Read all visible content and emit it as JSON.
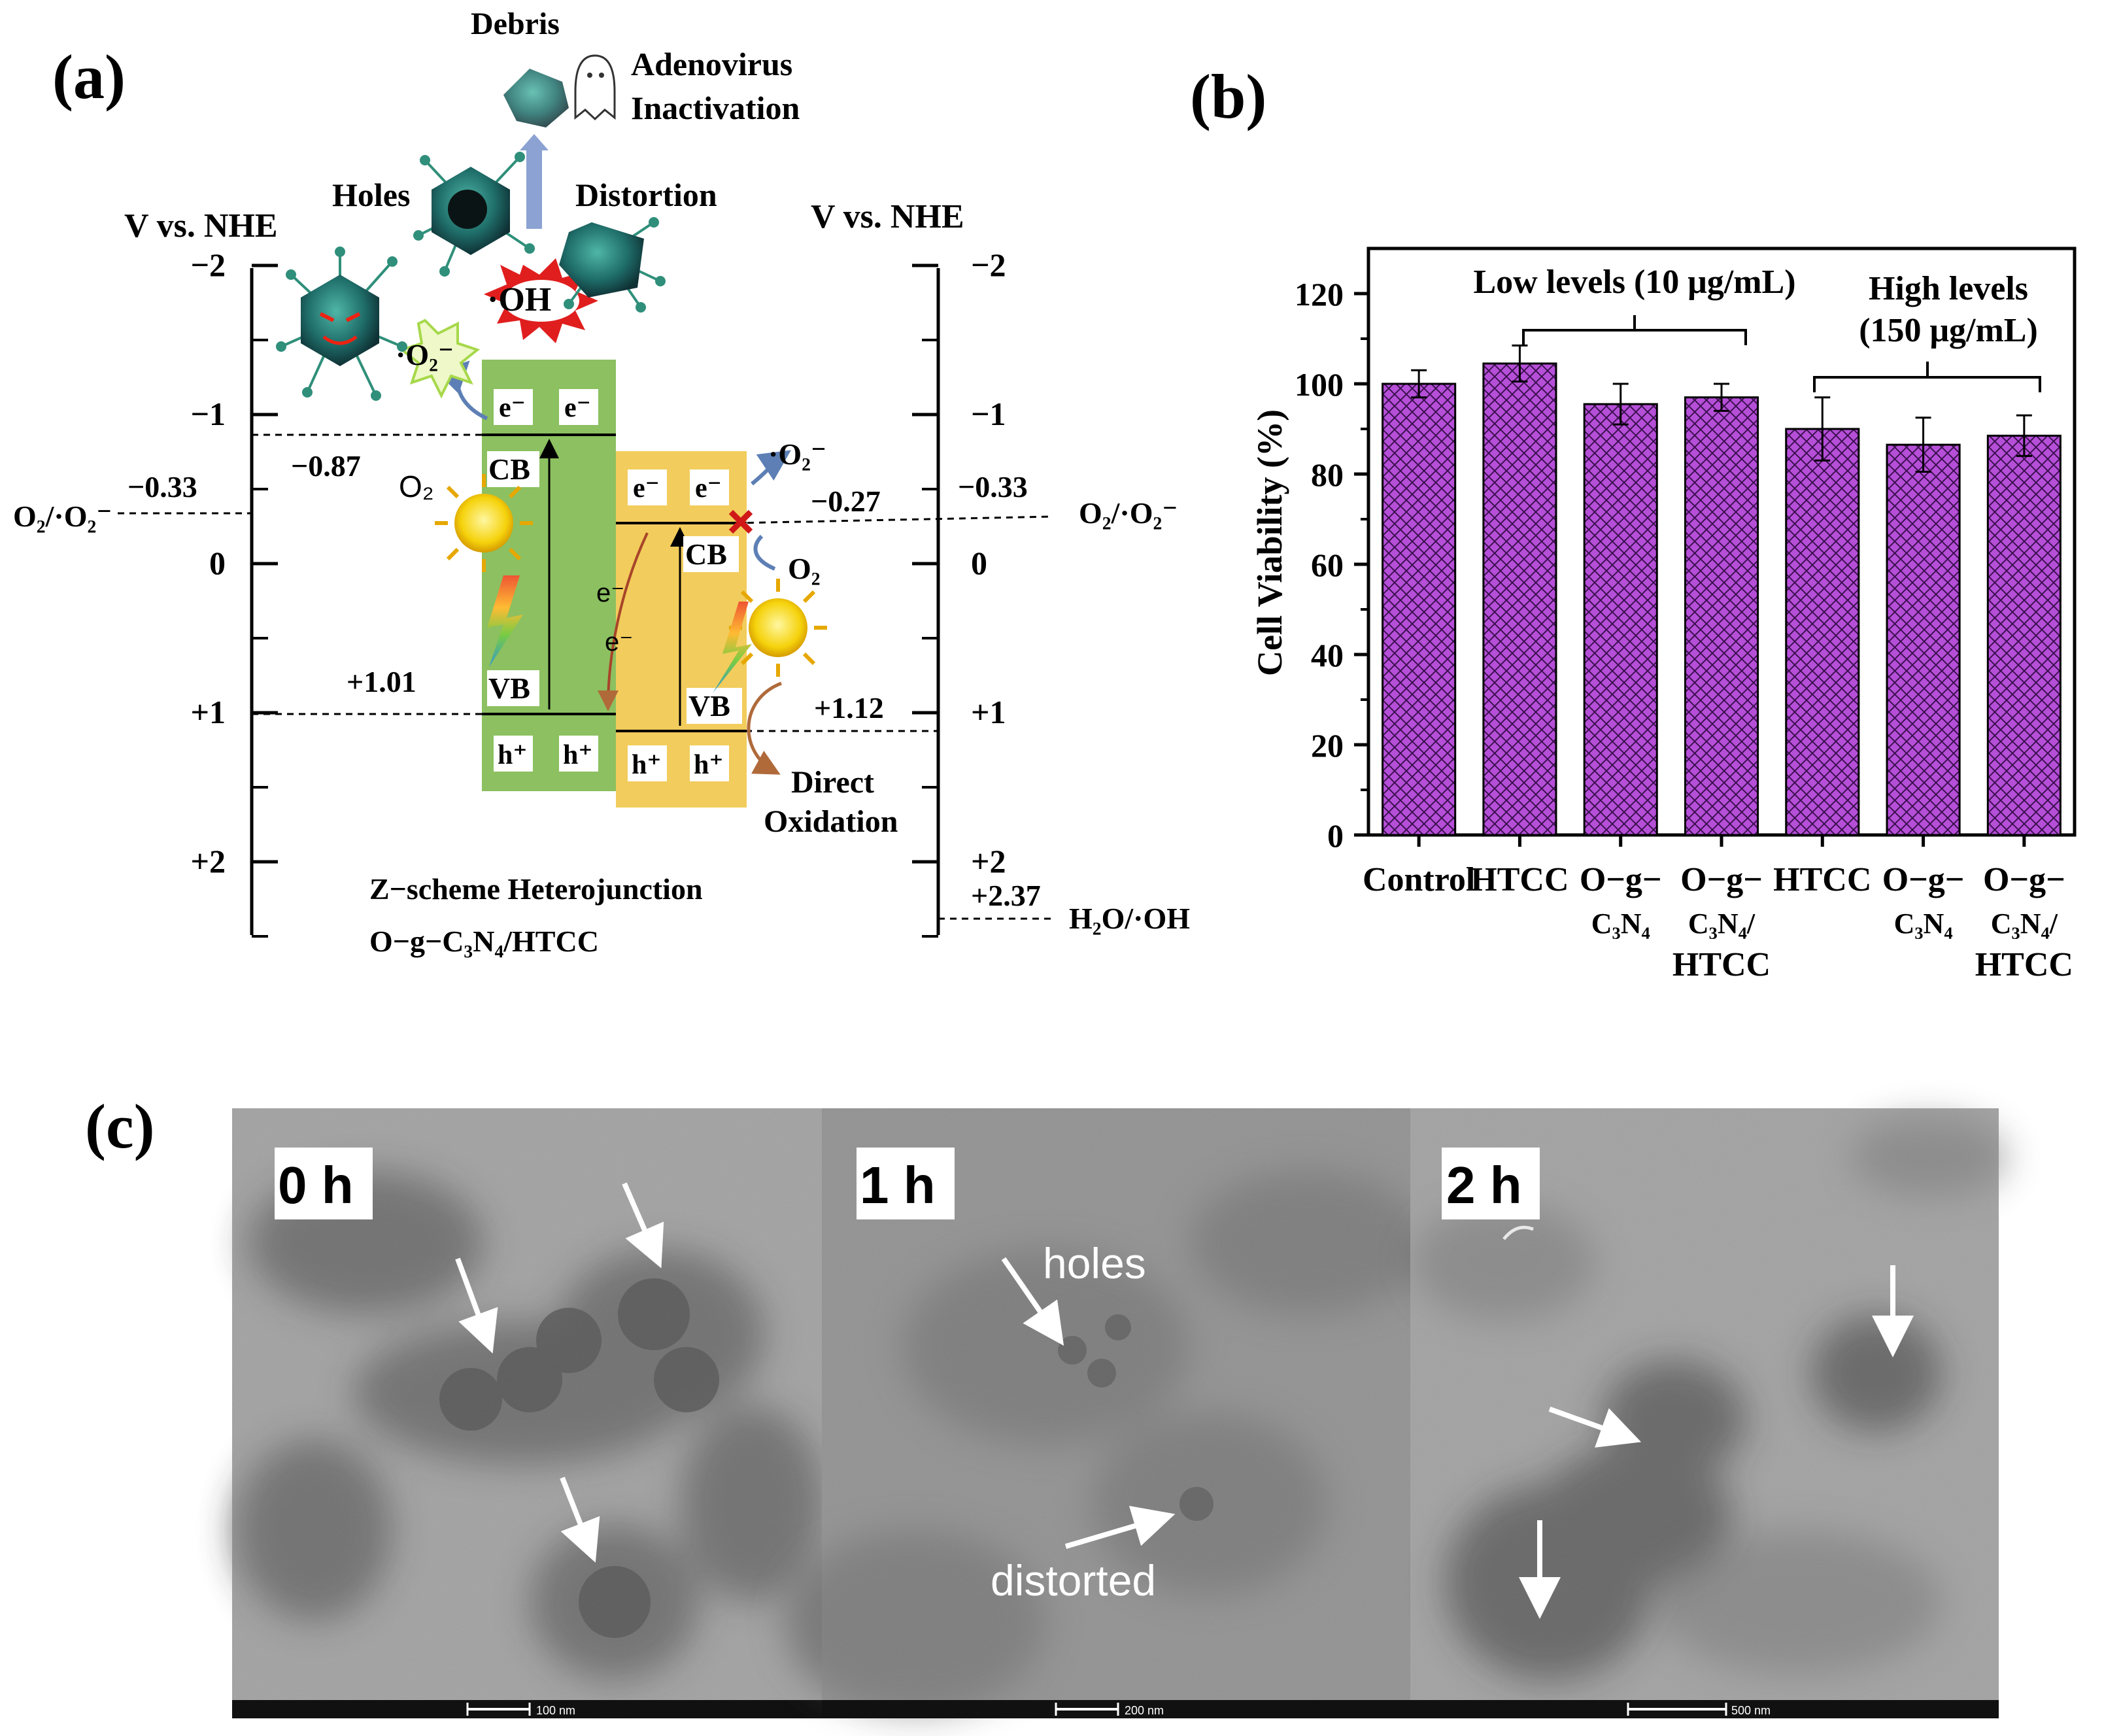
{
  "panel_a": {
    "label": "(a)",
    "title_left_axis": "V vs. NHE",
    "title_right_axis": "V vs. NHE",
    "left_ticks": [
      "−2",
      "−1",
      "0",
      "+1",
      "+2"
    ],
    "right_ticks": [
      "−2",
      "−1",
      "0",
      "+1",
      "+2"
    ],
    "debris": "Debris",
    "adenovirus_line1": "Adenovirus",
    "adenovirus_line2": "Inactivation",
    "holes": "Holes",
    "distortion": "Distortion",
    "oh_radical": "·OH",
    "superoxide_left": "·O₂⁻",
    "superoxide_right": "·O₂⁻",
    "o2_redox_left": "O₂/·O₂⁻",
    "o2_redox_right": "O₂/·O₂⁻",
    "val_m033_left": "−0.33",
    "val_m033_right": "−0.33",
    "val_m087": "−0.87",
    "val_m027": "−0.27",
    "val_p101": "+1.01",
    "val_p112": "+1.12",
    "val_p237": "+2.37",
    "h2o_oh": "H₂O/·OH",
    "o2_left": "O₂",
    "o2_right": "O₂",
    "electron": "e⁻",
    "hole": "h⁺",
    "cb": "CB",
    "vb": "VB",
    "transfer_e": "e⁻",
    "direct_line1": "Direct",
    "direct_line2": "Oxidation",
    "caption_line1": "Z−scheme Heterojunction",
    "caption_line2": "O−g−C₃N₄/HTCC",
    "colors": {
      "green_band": "#8cc060",
      "yellow_band": "#f2cc5c",
      "ros_burst": "#e01e1e"
    }
  },
  "panel_b": {
    "label": "(b)",
    "bar_color": "#b64fd8",
    "bracket_low_line1": "Low levels (10 μg/mL)",
    "bracket_high_line1": "High levels",
    "bracket_high_line2": "(150 μg/mL)",
    "x_labels": [
      [
        "Control"
      ],
      [
        "HTCC"
      ],
      [
        "O−g−",
        "C₃N₄"
      ],
      [
        "O−g−",
        "C₃N₄/",
        "HTCC"
      ],
      [
        "HTCC"
      ],
      [
        "O−g−",
        "C₃N₄"
      ],
      [
        "O−g−",
        "C₃N₄/",
        "HTCC"
      ]
    ]
  },
  "chart_data": {
    "type": "bar",
    "categories": [
      "Control",
      "HTCC",
      "O−g−C₃N₄",
      "O−g−C₃N₄/HTCC",
      "HTCC",
      "O−g−C₃N₄",
      "O−g−C₃N₄/HTCC"
    ],
    "values": [
      100,
      104.5,
      95.5,
      97,
      90,
      86.5,
      88.5
    ],
    "errors": [
      3,
      4,
      4.5,
      3,
      7,
      6,
      4.5
    ],
    "ylabel": "Cell Viability (%)",
    "ylim": [
      0,
      130
    ],
    "yticks": [
      0,
      20,
      40,
      60,
      80,
      100,
      120
    ],
    "grid": false
  },
  "panel_c": {
    "label": "(c)",
    "images": [
      {
        "time": "0 h",
        "scale": "100 nm"
      },
      {
        "time": "1 h",
        "scale": "200 nm",
        "annot_holes": "holes",
        "annot_distorted": "distorted"
      },
      {
        "time": "2 h",
        "scale": "500 nm"
      }
    ]
  }
}
